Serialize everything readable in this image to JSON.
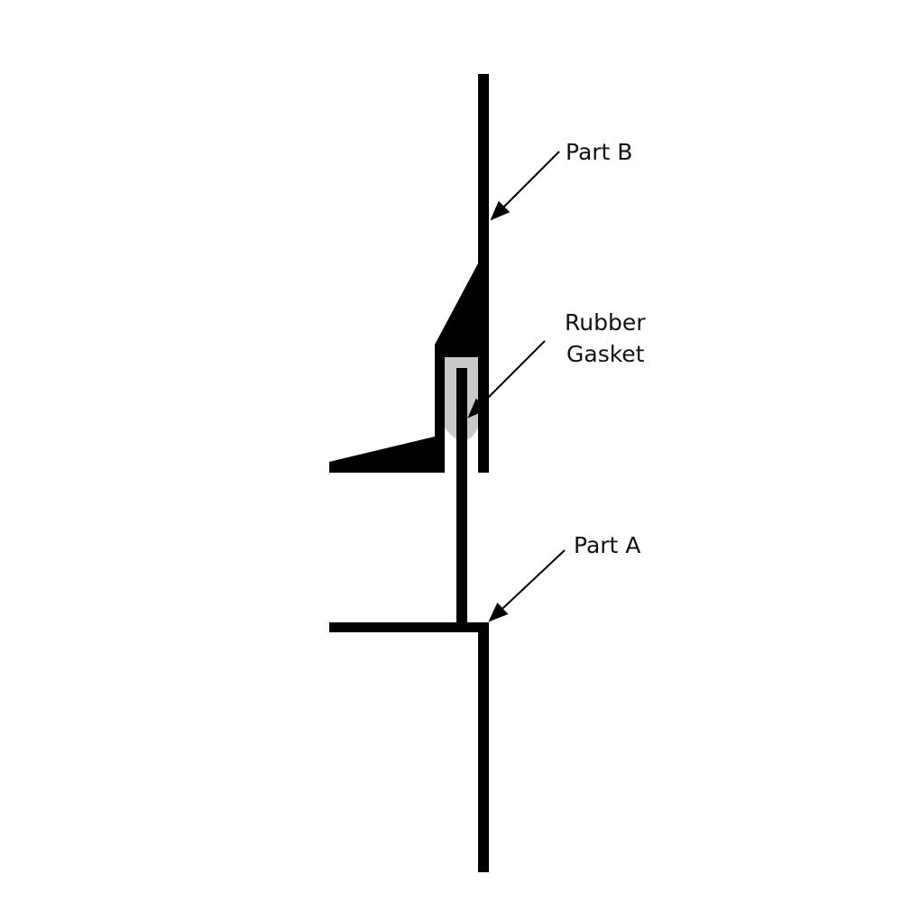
{
  "labels": {
    "part_b": "Part B",
    "rubber_gasket_line1": "Rubber",
    "rubber_gasket_line2": "Gasket",
    "part_a": "Part A"
  },
  "colors": {
    "ink": "#000000",
    "gasket": "#c8c8c8",
    "background": "#ffffff"
  }
}
